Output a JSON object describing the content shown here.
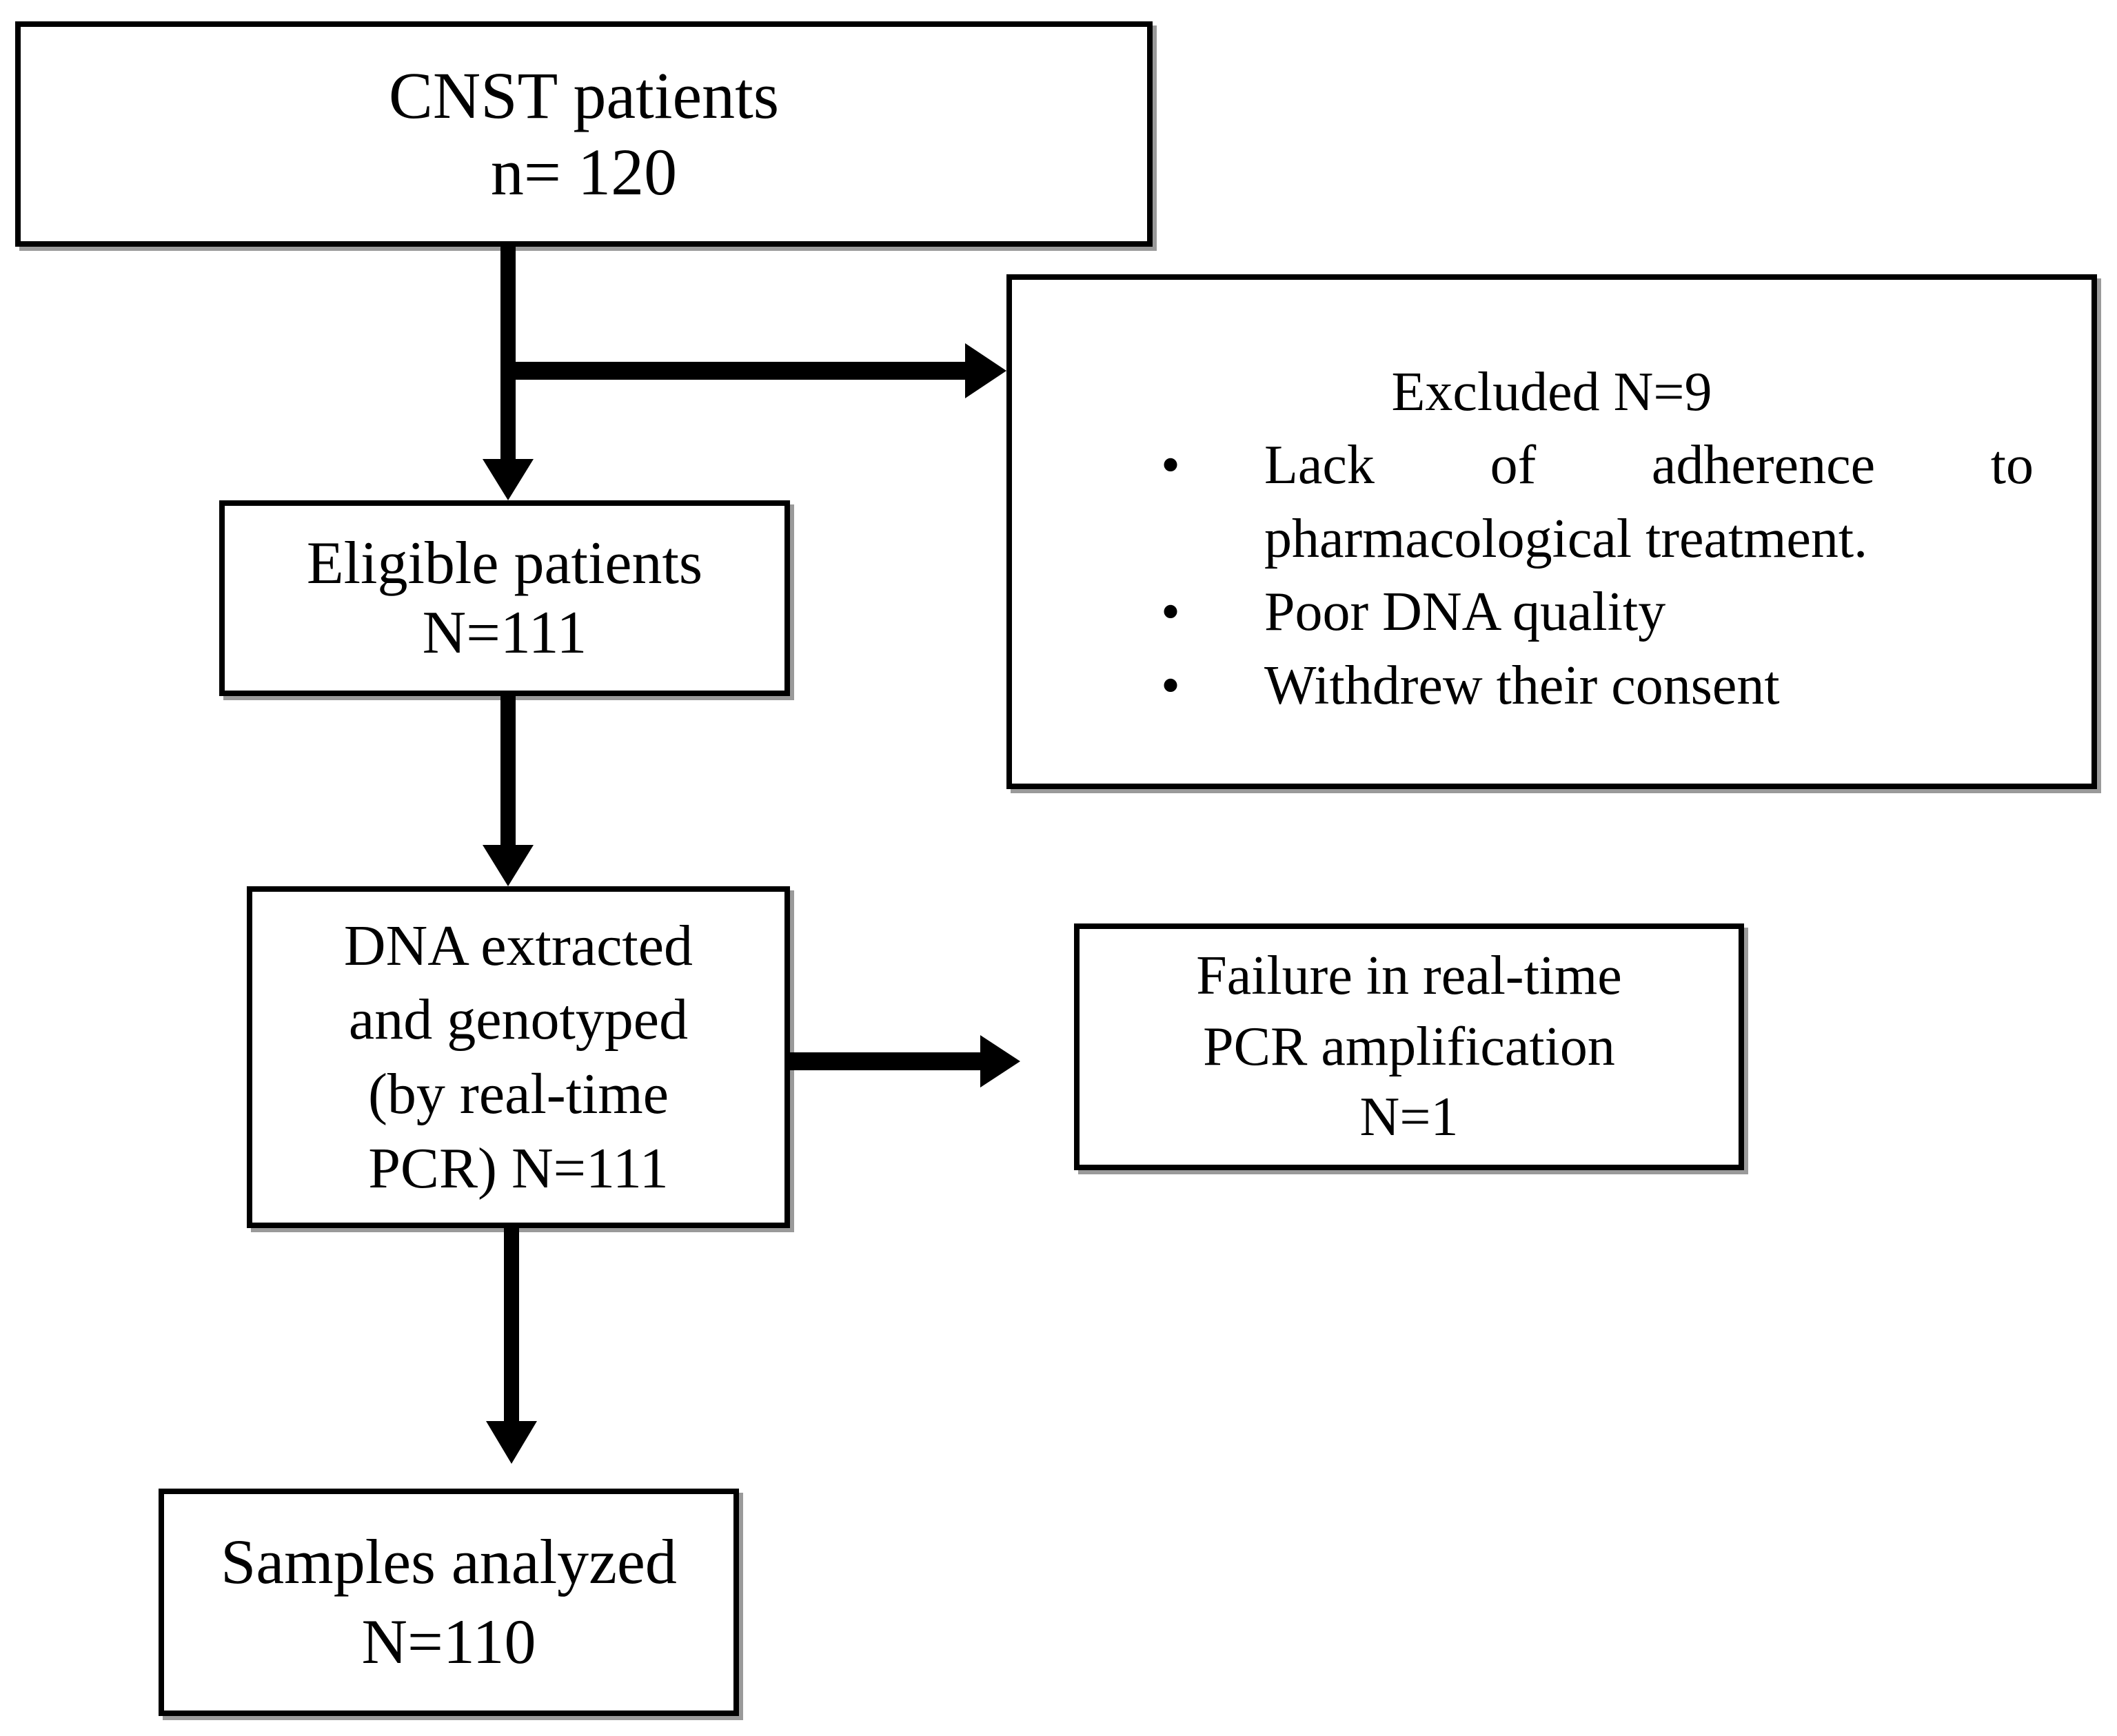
{
  "figure": {
    "type": "flowchart",
    "background": "#ffffff",
    "ink": "#000000",
    "shadow": "#9a9a9a"
  },
  "nodes": {
    "cnst": {
      "lines": [
        "CNST patients",
        "n= 120"
      ]
    },
    "eligible": {
      "lines": [
        "Eligible patients",
        "N=111"
      ]
    },
    "excluded": {
      "title": "Excluded N=9",
      "bullet_char": "•",
      "bullets": [
        "Lack of adherence to pharmacological treatment.",
        "Poor DNA quality",
        "Withdrew their consent"
      ]
    },
    "dna": {
      "lines": [
        "DNA extracted",
        "and genotyped",
        "(by real-time",
        "PCR) N=111"
      ]
    },
    "failure": {
      "lines": [
        "Failure in real-time",
        "PCR amplification",
        "N=1"
      ]
    },
    "samples": {
      "lines": [
        "Samples analyzed",
        "N=110"
      ]
    }
  }
}
